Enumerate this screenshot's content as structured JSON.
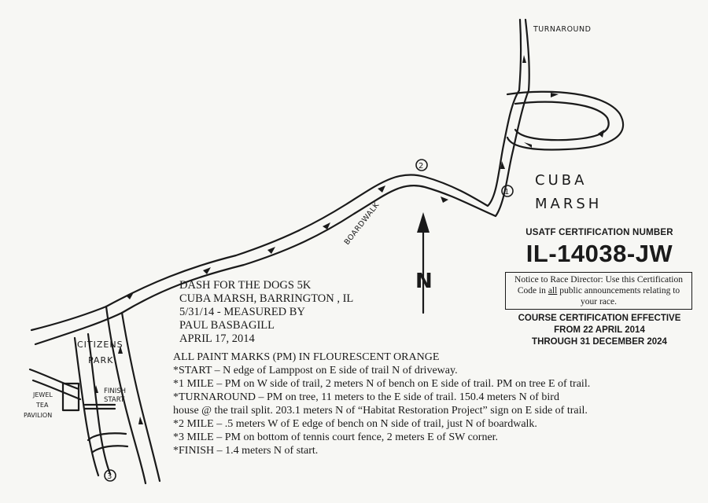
{
  "map": {
    "labels": {
      "turnaround": "TURNAROUND",
      "boardwalk": "BOARDWALK",
      "citizens_park": [
        "CITIZENS",
        "PARK"
      ],
      "jewel_tea": [
        "JEWEL",
        "TEA",
        "PAVILION"
      ],
      "finish_start": [
        "FINISH",
        "START"
      ],
      "north": "N",
      "cuba_marsh": [
        "CUBA",
        "MARSH"
      ],
      "mile_markers": [
        "1",
        "2",
        "3"
      ]
    },
    "colors": {
      "ink": "#1a1a1a",
      "paper": "#f7f7f4"
    }
  },
  "course_info": [
    "DASH FOR THE DOGS 5K",
    "CUBA MARSH, BARRINGTON , IL",
    "5/31/14 - MEASURED BY",
    "PAUL BASBAGILL",
    "APRIL 17, 2014"
  ],
  "paint_marks": [
    "ALL PAINT MARKS (PM) IN FLOURESCENT ORANGE",
    "*START – N edge of Lamppost on E side of trail N of driveway.",
    "*1 MILE – PM on W side of trail, 2 meters N of bench on E side of trail. PM on tree E of trail.",
    "*TURNAROUND – PM on tree, 11 meters to the E side of trail. 150.4 meters N of bird",
    "house @ the trail split. 203.1 meters N of “Habitat Restoration Project” sign on E side of trail.",
    "*2 MILE – .5 meters W of E edge of bench on N side of trail, just N of boardwalk.",
    "*3 MILE – PM on bottom of tennis court fence, 2 meters E of SW corner.",
    "*FINISH – 1.4 meters N of start."
  ],
  "certification": {
    "label": "USATF CERTIFICATION NUMBER",
    "code": "IL-14038-JW",
    "notice_before": "Notice to Race Director: Use this Certification Code in ",
    "notice_emph": "all",
    "notice_after": " public announcements relating to your race.",
    "effective": [
      "COURSE CERTIFICATION EFFECTIVE",
      "FROM 22 APRIL 2014",
      "THROUGH 31 DECEMBER 2024"
    ]
  }
}
